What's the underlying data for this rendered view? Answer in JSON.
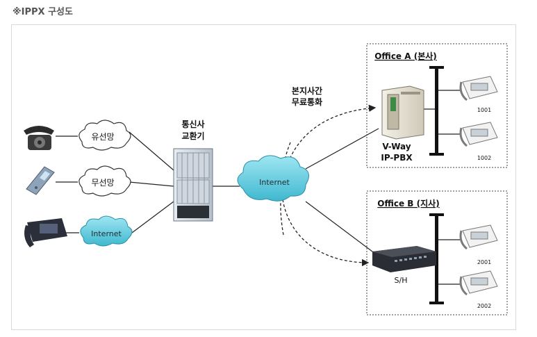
{
  "caption": "※IPPX 구성도",
  "clouds": {
    "wired": "유선망",
    "wireless": "무선망",
    "internet_left": "Internet",
    "internet_center": "Internet"
  },
  "exchange": {
    "line1": "통신사",
    "line2": "교환기"
  },
  "free_call": {
    "line1": "본지사간",
    "line2": "무료통화"
  },
  "office_a": {
    "title": "Office A (본사)",
    "device_line1": "V-Way",
    "device_line2": "IP-PBX",
    "phone1": "1001",
    "phone2": "1002"
  },
  "office_b": {
    "title": "Office B (지사)",
    "device": "S/H",
    "phone1": "2001",
    "phone2": "2002"
  }
}
